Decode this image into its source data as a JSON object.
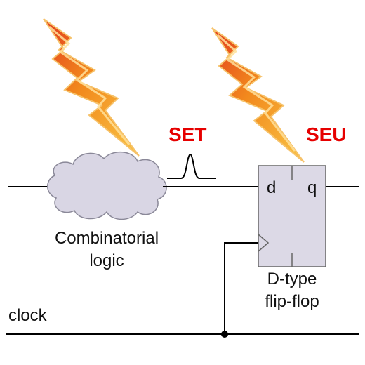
{
  "labels": {
    "set": "SET",
    "seu": "SEU",
    "logic_line1": "Combinatorial",
    "logic_line2": "logic",
    "ff_d": "d",
    "ff_q": "q",
    "ff_line1": "D-type",
    "ff_line2": "flip-flop",
    "clock": "clock"
  },
  "icons": [
    "lightning-bolt-icon",
    "lightning-bolt-icon",
    "cloud-shape",
    "flip-flop-box",
    "pulse-glitch"
  ],
  "colors": {
    "accent_red": "#e60000",
    "cloud_fill": "#d9d6e4",
    "flipflop_fill": "#dcd9e6",
    "bolt_orange": "#f28a1d",
    "bolt_red": "#d8231f",
    "bolt_yellow": "#f9c445",
    "wire": "#000000"
  }
}
